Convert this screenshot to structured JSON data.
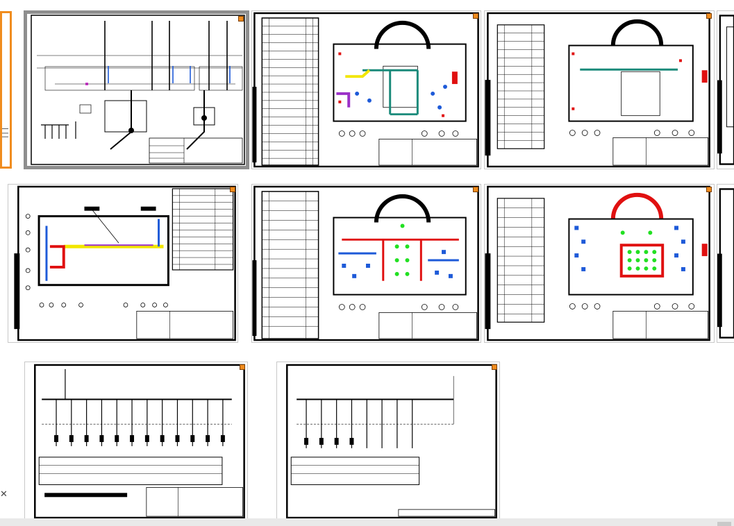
{
  "app": {
    "view": "sheet-thumbnails"
  },
  "sheets": [
    {
      "type": "partial-left",
      "selected": false
    },
    {
      "type": "schematic-riser",
      "selected": true
    },
    {
      "type": "floorplan-table",
      "selected": false
    },
    {
      "type": "floorplan-table",
      "selected": false
    },
    {
      "type": "partial-right",
      "selected": false
    },
    {
      "type": "floorplan-basement",
      "selected": false
    },
    {
      "type": "floorplan-table",
      "selected": false
    },
    {
      "type": "floorplan-table",
      "selected": false
    },
    {
      "type": "partial-right",
      "selected": false
    },
    {
      "type": "single-line-diagram",
      "selected": false
    },
    {
      "type": "single-line-diagram",
      "selected": false
    }
  ],
  "colors": {
    "selection_border": "#8e8e8e",
    "badge": "#f08c1e",
    "wire_red": "#e01010",
    "wire_blue": "#1e5ad8",
    "wire_teal": "#1a8a7a",
    "wire_yellow": "#f2e600",
    "wire_purple": "#9b30c8",
    "fixture_green": "#22e022",
    "statusbar": "#e9e9e9"
  },
  "icons": {
    "cursor": "resize-cursor-icon",
    "badge": "sheet-badge-icon"
  }
}
